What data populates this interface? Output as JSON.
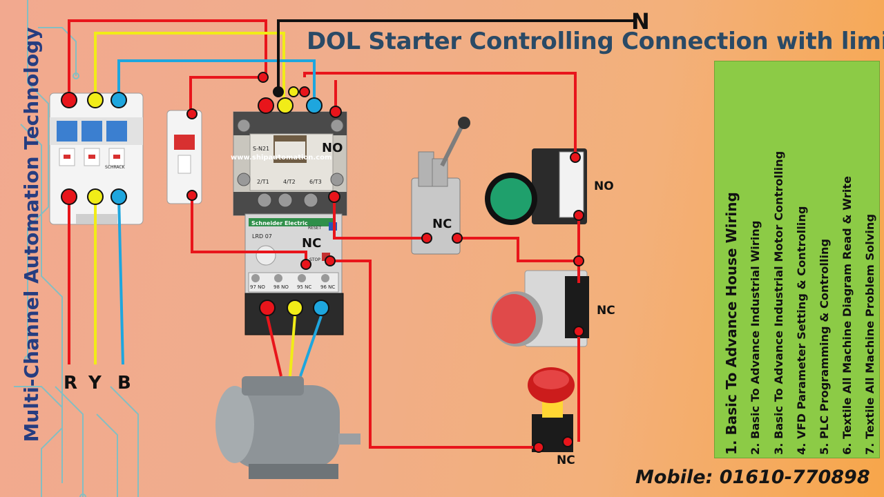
{
  "title": "DOL Starter Controlling Connection with limit",
  "channel_name": "Multi-Channel Automation Technology",
  "mobile": "Mobile: 01610-770898",
  "watermark": "www.shipautomation.com",
  "labels": {
    "neutral": "N",
    "phase_r": "R",
    "phase_y": "Y",
    "phase_b": "B",
    "contactor_aux": "NO",
    "overload_contact": "NC",
    "limit_switch": "NC",
    "start_button": "NO",
    "stop_button": "NC",
    "emergency_button": "NC"
  },
  "device_text": {
    "overload_brand": "Schneider Electric",
    "overload_model": "LRD 07",
    "reset": "RESET",
    "stop": "STOP",
    "aux_97": "97 NO",
    "aux_98": "98 NO",
    "aux_95": "95 NC",
    "aux_96": "96 NC",
    "contactor_model": "S-N21",
    "t1": "2/T1",
    "t2": "4/T2",
    "t3": "6/T3",
    "mcb_brand": "SCHRACK"
  },
  "courses": [
    "1.  Basic To Advance House Wiring",
    "2.  Basic To Advance Industrial Wiring",
    "3.  Basic To Advance Industrial Motor Controlling",
    "4.  VFD Parameter Setting & Controlling",
    "5.  PLC Programming & Controlling",
    "6.  Textile All Machine Diagram Read & Write",
    "7.  Textile All Machine Problem Solving"
  ],
  "colors": {
    "phase_r": "#e8151b",
    "phase_y": "#f1ec18",
    "phase_b": "#1ea6de",
    "neutral": "#111111",
    "title": "#2a4a66",
    "channel": "#263d80",
    "course_box": "#8ccb46"
  }
}
